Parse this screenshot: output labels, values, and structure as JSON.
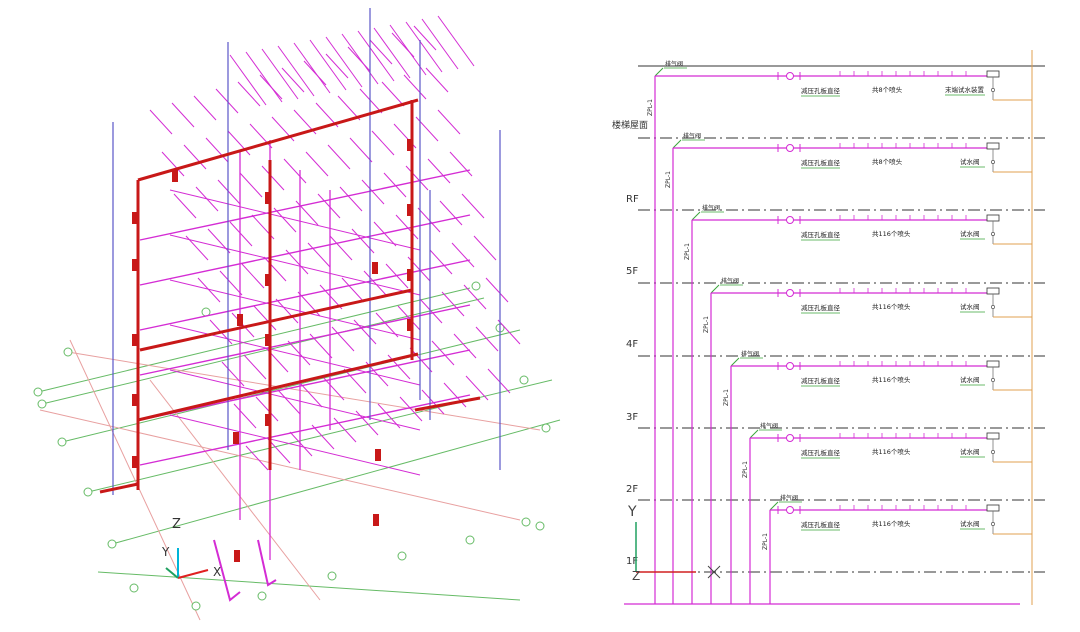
{
  "left_view": {
    "axes": {
      "z": "Z",
      "y": "Y",
      "x": "X"
    },
    "colors": {
      "pipe": "#d42cd4",
      "main": "#c81818",
      "riser": "#5a56c8",
      "grid_green": "#66bb66",
      "grid_pink": "#e8a0a0"
    }
  },
  "right_view": {
    "floor_labels": [
      "楼梯屋面",
      "RF",
      "5F",
      "4F",
      "3F",
      "2F",
      "1F"
    ],
    "branches": [
      {
        "vent": "排气阀",
        "reducer": "减压孔板直径",
        "heads": "共8个喷头",
        "end": "末端试水装置",
        "riser": "ZPL-1"
      },
      {
        "vent": "排气阀",
        "reducer": "减压孔板直径",
        "heads": "共8个喷头",
        "end": "试水阀",
        "riser": "ZPL-1"
      },
      {
        "vent": "排气阀",
        "reducer": "减压孔板直径",
        "heads": "共116个喷头",
        "end": "试水阀",
        "riser": "ZPL-1"
      },
      {
        "vent": "排气阀",
        "reducer": "减压孔板直径",
        "heads": "共116个喷头",
        "end": "试水阀",
        "riser": "ZPL-1"
      },
      {
        "vent": "排气阀",
        "reducer": "减压孔板直径",
        "heads": "共116个喷头",
        "end": "试水阀",
        "riser": "ZPL-1"
      },
      {
        "vent": "排气阀",
        "reducer": "减压孔板直径",
        "heads": "共116个喷头",
        "end": "试水阀",
        "riser": "ZPL-1"
      },
      {
        "vent": "排气阀",
        "reducer": "减压孔板直径",
        "heads": "共116个喷头",
        "end": "试水阀",
        "riser": "ZPL-1"
      }
    ],
    "axes": {
      "y": "Y",
      "z": "Z"
    },
    "colors": {
      "pipe": "#d42cd4",
      "floor_line": "#333333",
      "drain": "#e0a050",
      "label_underline": "#3aa53a",
      "axis_red": "#d02020",
      "axis_green": "#20a060"
    }
  }
}
